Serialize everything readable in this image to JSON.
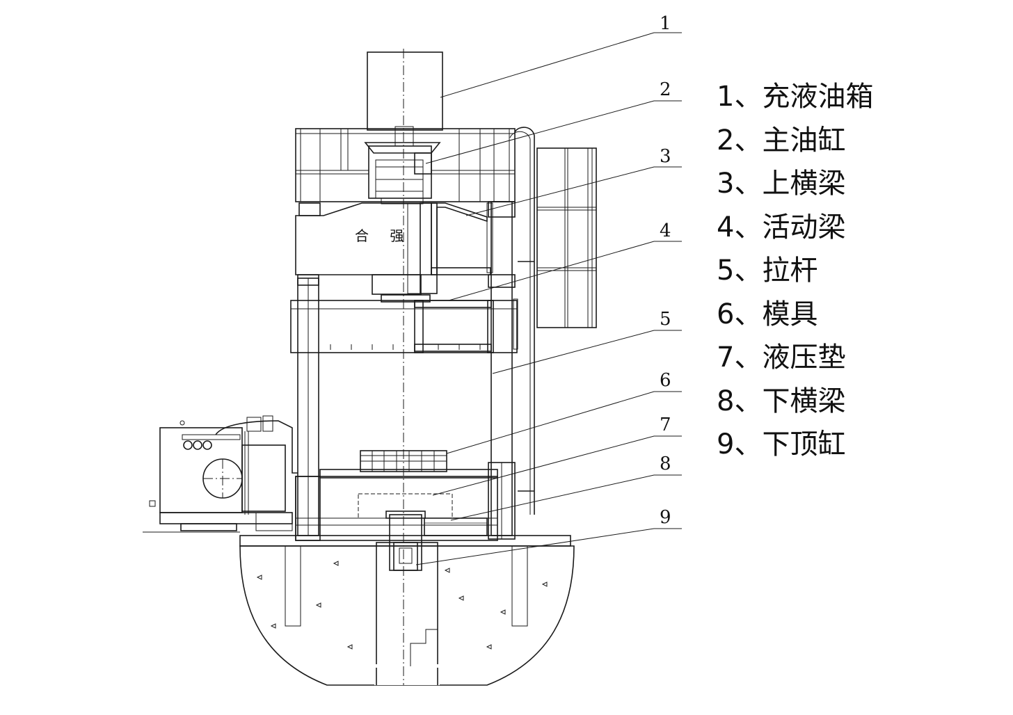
{
  "brand_text": "合 强",
  "callouts": [
    {
      "id": "1",
      "label": "1、充液油箱"
    },
    {
      "id": "2",
      "label": "2、主油缸"
    },
    {
      "id": "3",
      "label": "3、上横梁"
    },
    {
      "id": "4",
      "label": "4、活动梁"
    },
    {
      "id": "5",
      "label": "5、拉杆"
    },
    {
      "id": "6",
      "label": "6、模具"
    },
    {
      "id": "7",
      "label": "7、液压垫"
    },
    {
      "id": "8",
      "label": "8、下横梁"
    },
    {
      "id": "9",
      "label": "9、下顶缸"
    }
  ]
}
